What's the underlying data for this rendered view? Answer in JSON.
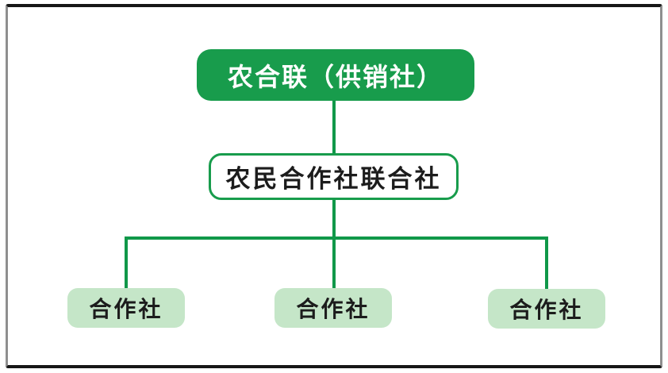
{
  "diagram": {
    "type": "org-chart",
    "root_label": "农合联（供销社）",
    "federation_label": "农民合作社联合社",
    "cooperatives": [
      {
        "label": "合作社"
      },
      {
        "label": "合作社"
      },
      {
        "label": "合作社"
      }
    ],
    "hierarchy": {
      "level_1": "农合联（供销社）",
      "level_2": "农民合作社联合社",
      "level_3": [
        "合作社",
        "合作社",
        "合作社"
      ]
    }
  },
  "colors": {
    "primary_green": "#189c4c",
    "connector_green": "#109849",
    "light_green_fill": "#c5e6c8",
    "root_text": "#ffffff",
    "node_text": "#1c1c1c",
    "frame_dark": "#161616",
    "frame_gray": "#8f8f8f",
    "background": "#ffffff"
  }
}
